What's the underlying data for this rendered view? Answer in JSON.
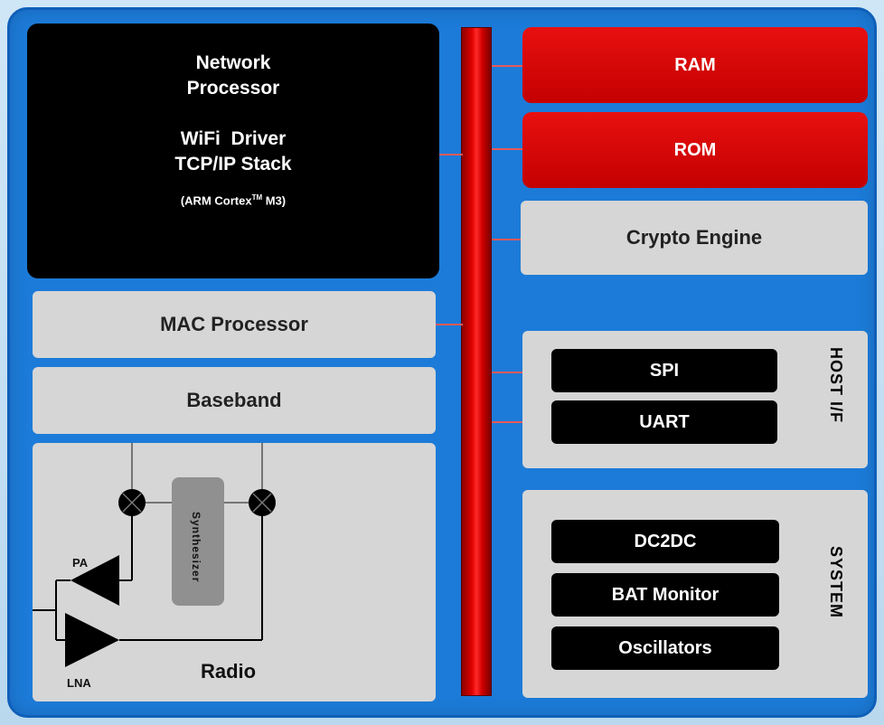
{
  "network_processor": {
    "line1": "Network",
    "line2": "Processor",
    "line3": "WiFi  Driver",
    "line4": "TCP/IP Stack",
    "arm_prefix": "(ARM Cortex",
    "arm_tm": "TM",
    "arm_suffix": " M3)"
  },
  "mac_processor": "MAC Processor",
  "baseband": "Baseband",
  "radio": {
    "label": "Radio",
    "synthesizer": "Synthesizer",
    "pa": "PA",
    "lna": "LNA"
  },
  "memory": {
    "ram": "RAM",
    "rom": "ROM"
  },
  "crypto_engine": "Crypto Engine",
  "host_if": {
    "label": "HOST I/F",
    "items": [
      "SPI",
      "UART"
    ]
  },
  "system": {
    "label": "SYSTEM",
    "items": [
      "DC2DC",
      "BAT Monitor",
      "Oscillators"
    ]
  },
  "colors": {
    "board": "#1c7bd8",
    "bus": "#e00000",
    "block_black": "#000000",
    "block_gray": "#d6d6d6",
    "block_red": "#d40000"
  }
}
